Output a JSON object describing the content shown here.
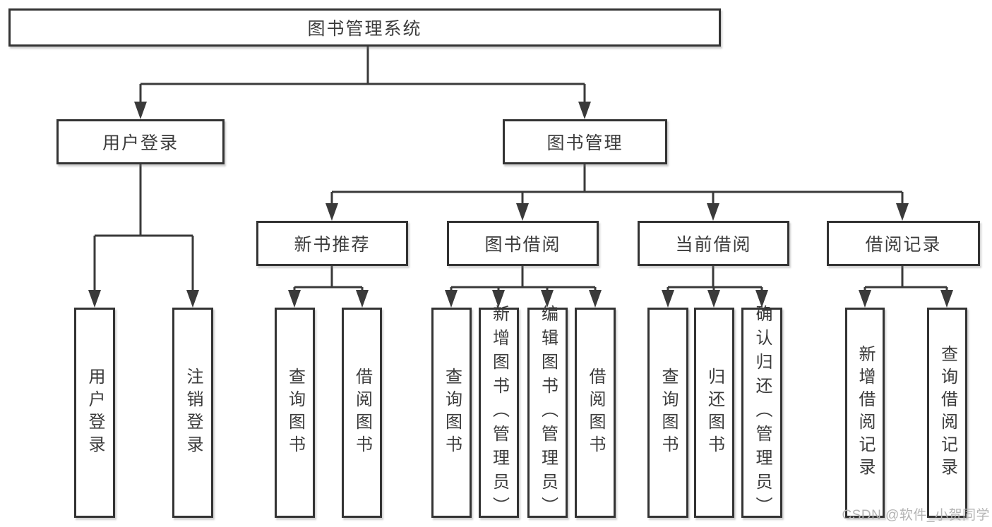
{
  "diagram": {
    "type": "hierarchy-tree",
    "watermark": "CSDN @软件_小贺同学",
    "colors": {
      "line": "#3a3a3a",
      "box_border": "#333333",
      "text": "#3c3c3c",
      "background": "#ffffff",
      "watermark": "#b3b3b3"
    },
    "nodes": {
      "root": {
        "label": "图书管理系统"
      },
      "user_login": {
        "label": "用户登录"
      },
      "book_management": {
        "label": "图书管理"
      },
      "new_book_recommendation": {
        "label": "新书推荐"
      },
      "book_borrowing": {
        "label": "图书借阅"
      },
      "current_borrowing": {
        "label": "当前借阅"
      },
      "borrowing_records": {
        "label": "借阅记录"
      },
      "leaf_user_login": {
        "label": "用户登录"
      },
      "leaf_logout": {
        "label": "注销登录"
      },
      "leaf_nr_query_books": {
        "label": "查询图书"
      },
      "leaf_nr_borrow_books": {
        "label": "借阅图书"
      },
      "leaf_bb_query_books": {
        "label": "查询图书"
      },
      "leaf_bb_add_books": {
        "label": "新增图书（管理员）"
      },
      "leaf_bb_edit_books": {
        "label": "编辑图书（管理员）"
      },
      "leaf_bb_borrow_books": {
        "label": "借阅图书"
      },
      "leaf_cb_query_books": {
        "label": "查询图书"
      },
      "leaf_cb_return_books": {
        "label": "归还图书"
      },
      "leaf_cb_confirm_return": {
        "label": "确认归还（管理员）"
      },
      "leaf_br_add_record": {
        "label": "新增借阅记录"
      },
      "leaf_br_query_record": {
        "label": "查询借阅记录"
      }
    },
    "edges": [
      [
        "图书管理系统",
        "用户登录"
      ],
      [
        "图书管理系统",
        "图书管理"
      ],
      [
        "用户登录",
        "用户登录"
      ],
      [
        "用户登录",
        "注销登录"
      ],
      [
        "图书管理",
        "新书推荐"
      ],
      [
        "图书管理",
        "图书借阅"
      ],
      [
        "图书管理",
        "当前借阅"
      ],
      [
        "图书管理",
        "借阅记录"
      ],
      [
        "新书推荐",
        "查询图书"
      ],
      [
        "新书推荐",
        "借阅图书"
      ],
      [
        "图书借阅",
        "查询图书"
      ],
      [
        "图书借阅",
        "新增图书（管理员）"
      ],
      [
        "图书借阅",
        "编辑图书（管理员）"
      ],
      [
        "图书借阅",
        "借阅图书"
      ],
      [
        "当前借阅",
        "查询图书"
      ],
      [
        "当前借阅",
        "归还图书"
      ],
      [
        "当前借阅",
        "确认归还（管理员）"
      ],
      [
        "借阅记录",
        "新增借阅记录"
      ],
      [
        "借阅记录",
        "查询借阅记录"
      ]
    ]
  }
}
